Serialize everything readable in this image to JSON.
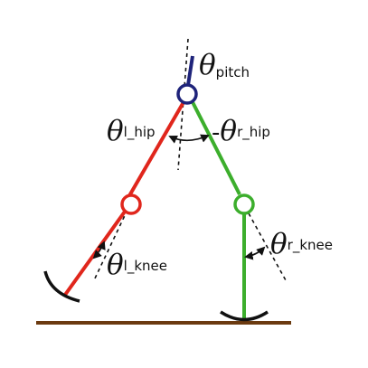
{
  "colors": {
    "left_leg": "#e0261c",
    "right_leg": "#3cae2c",
    "hip_joint": "#1e237a",
    "ground": "#6b3a10",
    "reference": "#111111"
  },
  "labels": {
    "pitch": {
      "symbol": "θ",
      "subscript": "pitch"
    },
    "l_hip": {
      "symbol": "θ",
      "subscript": "l_hip"
    },
    "r_hip": {
      "prefix": "-",
      "symbol": "θ",
      "subscript": "r_hip"
    },
    "r_knee": {
      "symbol": "θ",
      "subscript": "r_knee"
    },
    "l_knee": {
      "symbol": "θ",
      "subscript": "l_knee"
    }
  }
}
